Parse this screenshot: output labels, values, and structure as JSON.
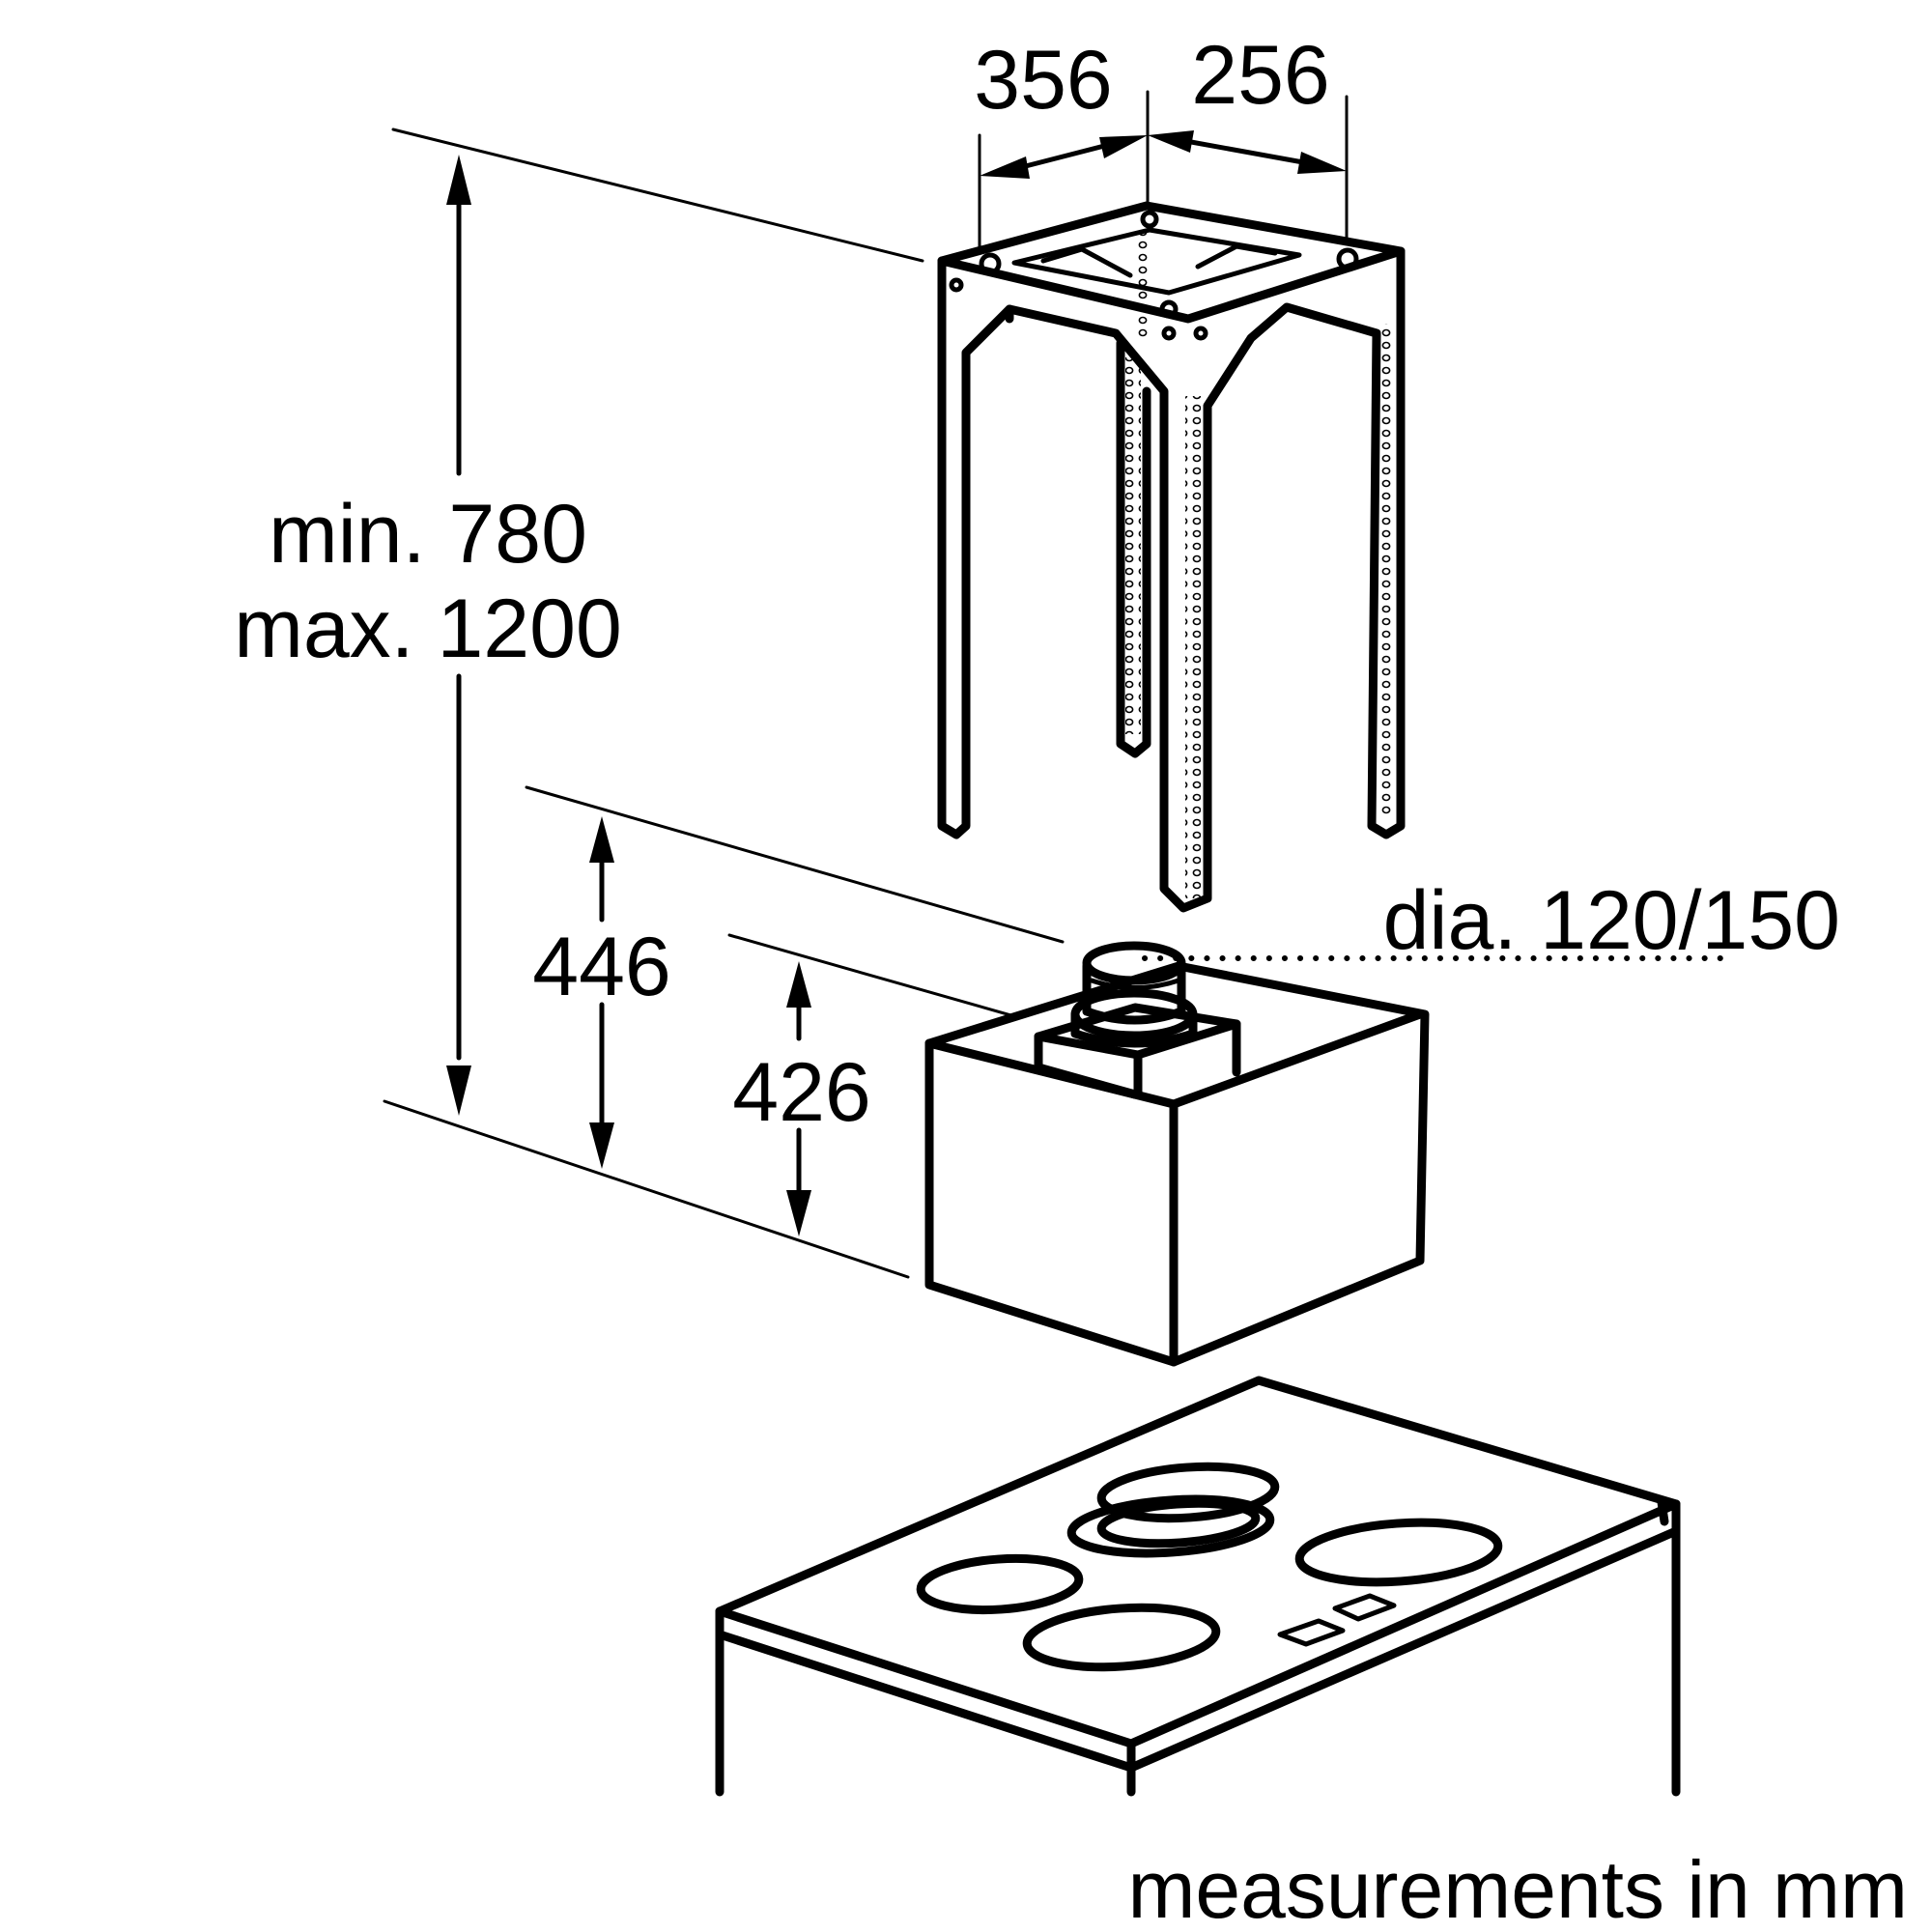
{
  "labels": {
    "frame_depth": "356",
    "frame_width": "256",
    "chimney_height": "min. 780",
    "chimney_height_max": "max. 1200",
    "hood_height_outer": "446",
    "hood_height_inner": "426",
    "duct_diameter": "dia. 120/150",
    "units_note": "measurements in mm"
  },
  "colors": {
    "line": "#000000",
    "background": "#ffffff"
  }
}
